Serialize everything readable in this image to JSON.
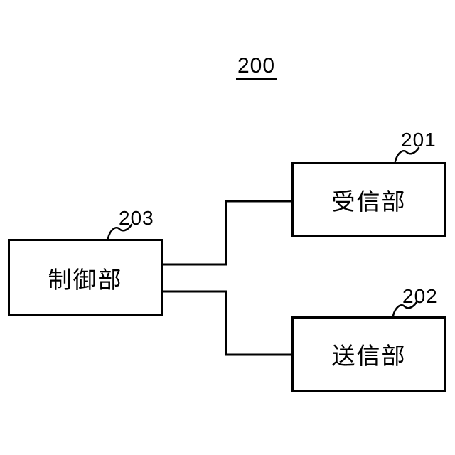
{
  "diagram": {
    "figure_number": "200",
    "boxes": {
      "receiver": {
        "label": "受信部",
        "ref": "201"
      },
      "transmitter": {
        "label": "送信部",
        "ref": "202"
      },
      "controller": {
        "label": "制御部",
        "ref": "203"
      }
    },
    "colors": {
      "line": "#000000",
      "background": "#ffffff"
    }
  }
}
